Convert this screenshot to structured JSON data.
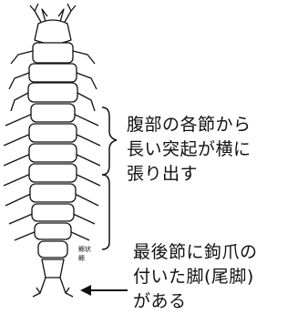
{
  "annotations": [
    {
      "lines": [
        "腹部の各節から",
        "長い突起が横に",
        "張り出す"
      ]
    },
    {
      "lines": [
        "最後節に鉤爪の",
        "付いた脚(尾脚)",
        "がある"
      ]
    }
  ],
  "gill_label": [
    "鰓状",
    "鰓"
  ],
  "colors": {
    "ink": "#111111",
    "background": "#ffffff"
  }
}
